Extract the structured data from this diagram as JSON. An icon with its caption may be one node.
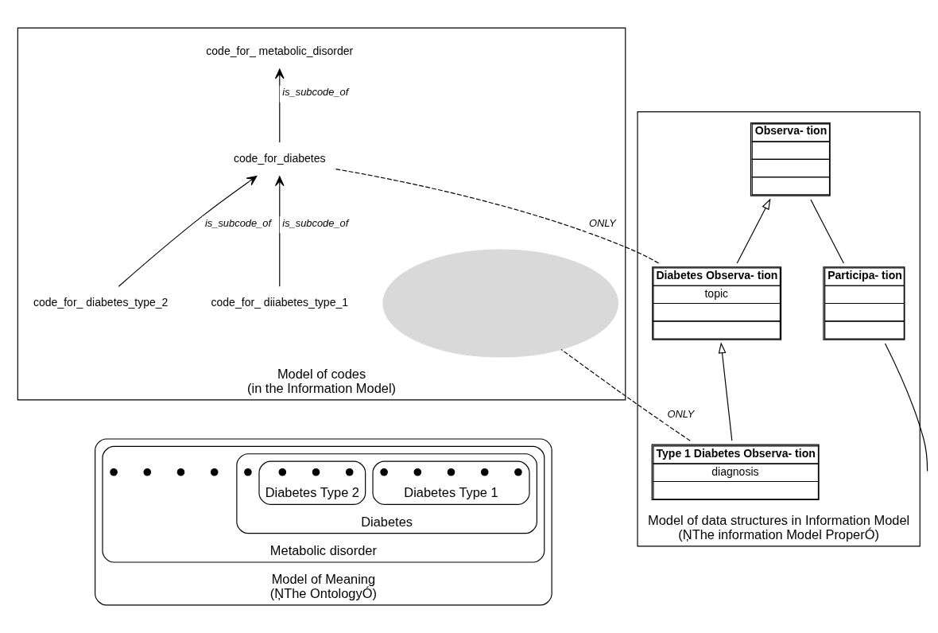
{
  "diagram": {
    "nodes": [
      {
        "text": [
          "Model of Meaning",
          "(ŅThe OntologyÓ)"
        ]
      },
      {
        "text": [
          "Metabolic disorder"
        ],
        "in": 0
      },
      {
        "text": [
          "Diabetes"
        ],
        "in": 1
      },
      {
        "text": [
          "Diabetes Type 1"
        ],
        "in": 2
      },
      {
        "text": [
          "Diabetes Type 2"
        ],
        "in": 2
      },
      {
        "text": [],
        "shape": "circle",
        "in": 3
      },
      {
        "text": [],
        "shape": "circle",
        "in": 3
      },
      {
        "text": [],
        "shape": "circle",
        "in": 3
      },
      {
        "text": [],
        "shape": "circle",
        "in": 3
      },
      {
        "text": [],
        "shape": "circle",
        "in": 3
      },
      {
        "text": [],
        "shape": "circle",
        "in": 2
      },
      {
        "text": [],
        "shape": "circle",
        "in": 4
      },
      {
        "text": [],
        "shape": "circle",
        "in": 4
      },
      {
        "text": [],
        "shape": "circle",
        "in": 4
      },
      {
        "text": [],
        "shape": "circle",
        "in": 1
      },
      {
        "text": [],
        "shape": "circle",
        "in": 1
      },
      {
        "text": [],
        "shape": "circle",
        "in": 1
      },
      {
        "text": [],
        "shape": "circle",
        "in": 1
      },
      {
        "text": [
          "Model of data structures in Information Model",
          "(ŅThe information Model ProperÓ)"
        ]
      },
      {
        "text": [
          "Participa- tion"
        ],
        "in": 18
      },
      {
        "text": [
          "Observa- tion"
        ],
        "in": 18
      },
      {
        "text": [
          "Diabetes Observa- tion",
          "topic"
        ],
        "in": 18
      },
      {
        "text": [
          "Type 1 Diabetes Observa- tion",
          "diagnosis"
        ],
        "in": 18
      },
      {
        "text": [
          "Model of codes",
          "(in the Information Model)"
        ]
      },
      {
        "text": [],
        "shape": "ellipse",
        "in": 23
      },
      {
        "text": [
          "code_for_ metabolic_disorder"
        ],
        "in": 23
      },
      {
        "text": [
          "code_for_diabetes"
        ],
        "in": 23
      },
      {
        "text": [
          "code_for_ diiabetes_type_1"
        ],
        "in": 23
      },
      {
        "text": [
          "code_for_ diabetes_type_2"
        ],
        "in": 23
      }
    ],
    "edges": [
      {
        "from": null,
        "to": 19,
        "arrow": "none"
      },
      {
        "from": 19,
        "to": 20,
        "arrow": "none"
      },
      {
        "from": 21,
        "to": 20,
        "arrow": "to"
      },
      {
        "from": 22,
        "to": 21,
        "arrow": "to"
      },
      {
        "from": 21,
        "to": 26,
        "arrow": "none",
        "label": "ONLY",
        "style": "dashed"
      },
      {
        "from": 22,
        "to": 24,
        "arrow": "none",
        "label": "ONLY",
        "style": "dashed"
      },
      {
        "from": 26,
        "to": 25,
        "arrow": "to",
        "label": "is_subcode_of"
      },
      {
        "from": 27,
        "to": 26,
        "arrow": "to",
        "label": "is_subcode_of"
      },
      {
        "from": 28,
        "to": 26,
        "arrow": "to",
        "label": "is_subcode_of"
      }
    ]
  }
}
